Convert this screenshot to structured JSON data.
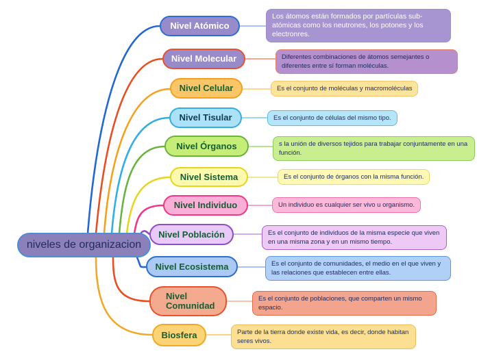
{
  "root": {
    "label": "niveles de organizacion",
    "fill": "#8c80ba",
    "border": "#4a8fd6"
  },
  "nodes": [
    {
      "id": "nivel-atomico",
      "label": "Nivel Atómico",
      "description": "Los átomos están formados por partículas sub-atómicas como los neutrones, los potones y los electronres.",
      "branch_color": "#2268d2",
      "node_fill": "#978bc9",
      "node_border": "#2b6fd6",
      "desc_fill": "#a795d2",
      "desc_border": "#a08bd0"
    },
    {
      "id": "nivel-molecular",
      "label": "Nivel Molecular",
      "description": "Diferentes combinaciones de átomos semejantes o diferentes entre sí forman moléculas.",
      "branch_color": "#e84e22",
      "node_fill": "#978bc9",
      "node_border": "#e8512b",
      "desc_fill": "#b590cf",
      "desc_border": "#e8836a"
    },
    {
      "id": "nivel-celular",
      "label": "Nivel Celular",
      "description": "Es el conjunto de moléculas y macromoléculas",
      "branch_color": "#f2a21f",
      "node_fill": "#fbc667",
      "node_border": "#f2a21f",
      "desc_fill": "#fce49c",
      "desc_border": "#f2c868"
    },
    {
      "id": "nivel-tisular",
      "label": "Nivel Tisular",
      "description": "Es el conjunto de células del mismo tipo.",
      "branch_color": "#34ace4",
      "node_fill": "#abe2f8",
      "node_border": "#34ace4",
      "desc_fill": "#b5e6f8",
      "desc_border": "#5fb8e8"
    },
    {
      "id": "nivel-organos",
      "label": "Nivel Órganos",
      "description": "s la unión de diversos tejidos  para trabajar conjuntamente  en una función.",
      "branch_color": "#6ab33f",
      "node_fill": "#c5ee79",
      "node_border": "#6ab33f",
      "desc_fill": "#c9ee90",
      "desc_border": "#8cc95e"
    },
    {
      "id": "nivel-sistema",
      "label": "Nivel Sistema",
      "description": "Es el conjunto de órganos con la misma función.",
      "branch_color": "#e6d41f",
      "node_fill": "#fdfaae",
      "node_border": "#e6d41f",
      "desc_fill": "#fdf8b4",
      "desc_border": "#e8d86a"
    },
    {
      "id": "nivel-individuo",
      "label": "Nivel Individuo",
      "description": "Un individuo es cualquier ser vivo u organismo.",
      "branch_color": "#f23687",
      "node_fill": "#fbaed6",
      "node_border": "#f23687",
      "desc_fill": "#fbb9d9",
      "desc_border": "#f272aa"
    },
    {
      "id": "nivel-poblacion",
      "label": "Nivel Población",
      "description": "Es el conjunto de individuos de la misma especie que viven en una misma zona y en un mismo tiempo.",
      "branch_color": "#8f4fc2",
      "node_fill": "#e9c9f8",
      "node_border": "#8f4fc2",
      "desc_fill": "#edc9f3",
      "desc_border": "#a661d0"
    },
    {
      "id": "nivel-ecosistema",
      "label": "Nivel Ecosistema",
      "description": "Es el conjunto de comunidades, el medio en el que viven y las relaciones que establecen entre ellas.",
      "branch_color": "#2268d2",
      "node_fill": "#aacaf4",
      "node_border": "#2e6fd2",
      "desc_fill": "#b0d0f8",
      "desc_border": "#6095e0"
    },
    {
      "id": "nivel-comunidad",
      "label": "Nivel Comunidad",
      "description": "Es el conjunto de poblaciones, que comparten un mismo espacio.",
      "branch_color": "#e84e22",
      "node_fill": "#f4aa8e",
      "node_border": "#e8512b",
      "desc_fill": "#f2a48c",
      "desc_border": "#e8694a"
    },
    {
      "id": "biosfera",
      "label": "Biosfera",
      "description": "Parte de la tierra donde existe vida, es decir, donde habitan seres vivos.",
      "branch_color": "#efa929",
      "node_fill": "#fcd475",
      "node_border": "#efa929",
      "desc_fill": "#fbdf92",
      "desc_border": "#eebb55"
    }
  ]
}
